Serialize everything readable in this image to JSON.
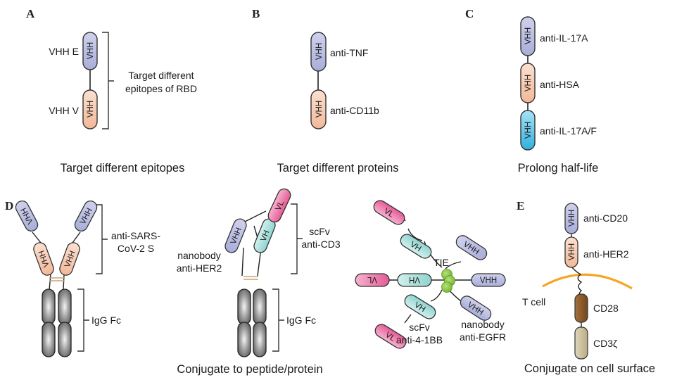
{
  "figure": {
    "colors": {
      "vhh_purple": "#b9bde0",
      "vhh_salmon": "#f7cdb5",
      "vhh_cyan": "#58c3e6",
      "vl_pink": "#ec6fa3",
      "vh_teal": "#a9e0dc",
      "fc_gray": "#8a8a8a",
      "linker_green": "#8cc63f",
      "membrane_orange": "#f5a623",
      "cd28_brown": "#8b5a2b",
      "cd3_tan": "#cfc3a0",
      "hinge_tan": "#c9a27a",
      "outline": "#333333"
    },
    "panels": {
      "A": {
        "letter": "A",
        "caption": "Target different epitopes",
        "domains": [
          {
            "text": "VHH",
            "label": "VHH E",
            "color": "purple"
          },
          {
            "text": "VHH",
            "label": "VHH V",
            "color": "salmon"
          }
        ],
        "bracket_label_line1": "Target different",
        "bracket_label_line2": "epitopes of RBD"
      },
      "B": {
        "letter": "B",
        "caption": "Target different proteins",
        "domains": [
          {
            "text": "VHH",
            "label": "anti-TNF",
            "color": "purple"
          },
          {
            "text": "VHH",
            "label": "anti-CD11b",
            "color": "salmon"
          }
        ]
      },
      "C": {
        "letter": "C",
        "caption": "Prolong half-life",
        "domains": [
          {
            "text": "VHH",
            "label": "anti-IL-17A",
            "color": "purple"
          },
          {
            "text": "VHH",
            "label": "anti-HSA",
            "color": "salmon"
          },
          {
            "text": "VHH",
            "label": "anti-IL-17A/F",
            "color": "cyan"
          }
        ]
      },
      "D": {
        "letter": "D",
        "caption": "Conjugate to peptide/protein",
        "construct1": {
          "domain_text": "VHH",
          "bracket_label_line1": "anti-SARS-",
          "bracket_label_line2": "CoV-2 S",
          "fc_label": "IgG Fc"
        },
        "construct2": {
          "vhh_text": "VHH",
          "vh_text": "VH",
          "vl_text": "VL",
          "nanobody_label_line1": "nanobody",
          "nanobody_label_line2": "anti-HER2",
          "scfv_label_line1": "scFv",
          "scfv_label_line2": "anti-CD3",
          "fc_label": "IgG Fc"
        },
        "construct3": {
          "core_label": "TIE",
          "vhh_text": "VHH",
          "vh_text": "VH",
          "vl_text": "VL",
          "scfv_label_line1": "scFv",
          "scfv_label_line2": "anti-4-1BB",
          "nanobody_label_line1": "nanobody",
          "nanobody_label_line2": "anti-EGFR"
        }
      },
      "E": {
        "letter": "E",
        "caption": "Conjugate on cell surface",
        "domains": [
          {
            "text": "VHH",
            "label": "anti-CD20",
            "color": "purple"
          },
          {
            "text": "VHH",
            "label": "anti-HER2",
            "color": "salmon"
          }
        ],
        "cell_label": "T cell",
        "cd28_label": "CD28",
        "cd3_label": "CD3ζ"
      }
    }
  }
}
